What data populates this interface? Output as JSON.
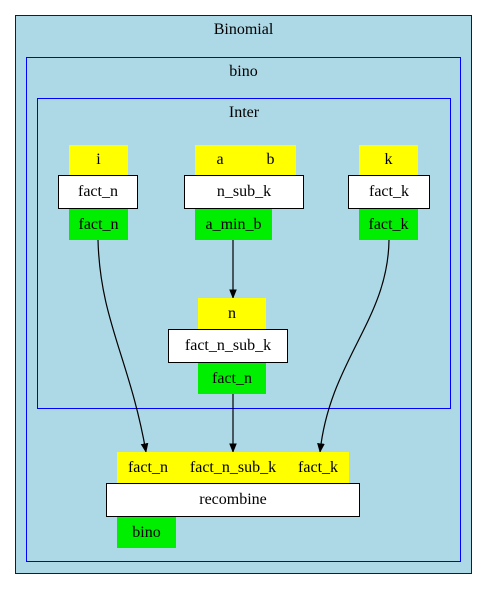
{
  "clusters": {
    "binomial": "Binomial",
    "bino": "bino",
    "inter": "Inter"
  },
  "nodes": {
    "fact_n": {
      "label": "fact_n",
      "input": "i",
      "output": "fact_n"
    },
    "n_sub_k": {
      "label": "n_sub_k",
      "inputs": [
        "a",
        "b"
      ],
      "output": "a_min_b"
    },
    "fact_k": {
      "label": "fact_k",
      "input": "k",
      "output": "fact_k"
    },
    "fact_n_sub_k": {
      "label": "fact_n_sub_k",
      "input": "n",
      "output": "fact_n"
    },
    "recombine": {
      "label": "recombine",
      "inputs": [
        "fact_n",
        "fact_n_sub_k",
        "fact_k"
      ],
      "output": "bino"
    }
  },
  "colors": {
    "cluster_fill": "#add8e6",
    "cluster_border": "#0000ff",
    "input_port": "#ffff00",
    "output_port": "#00ee00"
  }
}
